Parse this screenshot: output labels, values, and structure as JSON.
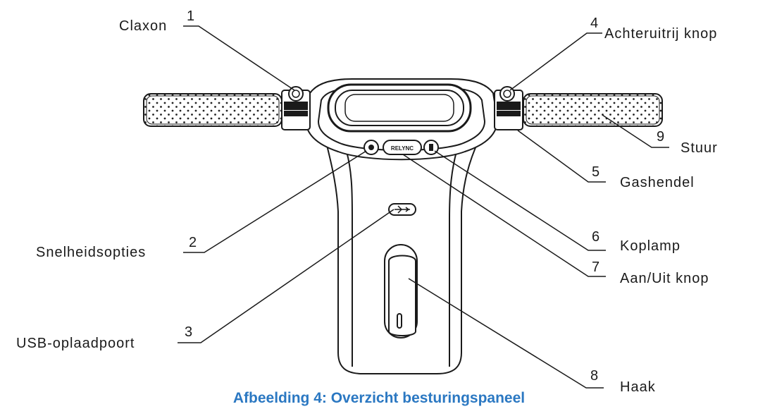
{
  "caption": "Afbeelding 4: Overzicht besturingspaneel",
  "brand": "RELYNC",
  "callouts": [
    {
      "number": "1",
      "label": "Claxon"
    },
    {
      "number": "2",
      "label": "Snelheidsopties"
    },
    {
      "number": "3",
      "label": "USB-oplaadpoort"
    },
    {
      "number": "4",
      "label": "Achteruitrij knop"
    },
    {
      "number": "5",
      "label": "Gashendel"
    },
    {
      "number": "6",
      "label": "Koplamp"
    },
    {
      "number": "7",
      "label": "Aan/Uit knop"
    },
    {
      "number": "8",
      "label": "Haak"
    },
    {
      "number": "9",
      "label": "Stuur"
    }
  ]
}
